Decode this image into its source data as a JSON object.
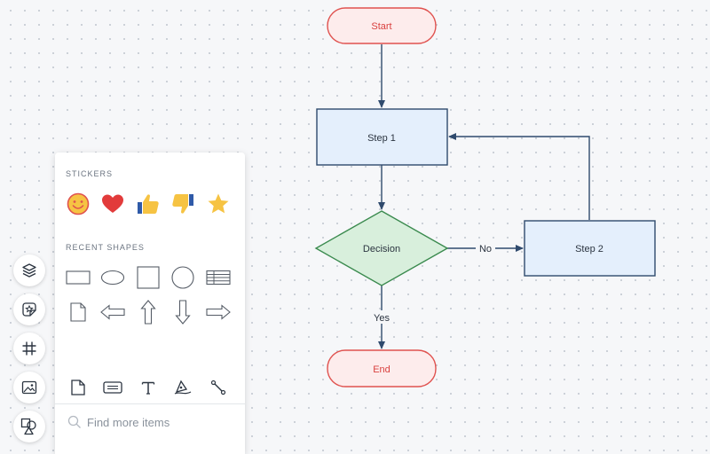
{
  "diagram": {
    "nodes": {
      "start": "Start",
      "step1": "Step 1",
      "decision": "Decision",
      "step2": "Step 2",
      "end": "End"
    },
    "edge_labels": {
      "no": "No",
      "yes": "Yes"
    },
    "colors": {
      "terminal_fill": "#fdecec",
      "terminal_stroke": "#e0524f",
      "terminal_text": "#d9413f",
      "process_fill": "#e4effc",
      "process_stroke": "#2f4a6d",
      "decision_fill": "#d8efdc",
      "decision_stroke": "#3a8a4e",
      "connector": "#2f4a6d"
    }
  },
  "toolbar": {
    "items": [
      "layers-icon",
      "stickers-icon",
      "grid-icon",
      "image-icon",
      "shapes-icon"
    ]
  },
  "panel": {
    "stickers_title": "STICKERS",
    "stickers": [
      "smiley-icon",
      "heart-icon",
      "thumbs-up-icon",
      "thumbs-down-icon",
      "star-icon"
    ],
    "recent_title": "RECENT SHAPES",
    "recent_shapes": [
      "rectangle",
      "ellipse",
      "square",
      "circle",
      "table",
      "document",
      "arrow-left",
      "arrow-up",
      "arrow-down",
      "arrow-right"
    ],
    "bottom_tools": [
      "page-icon",
      "text-block-icon",
      "text-icon",
      "pen-icon",
      "line-icon"
    ],
    "search": {
      "placeholder": "Find more items"
    }
  }
}
